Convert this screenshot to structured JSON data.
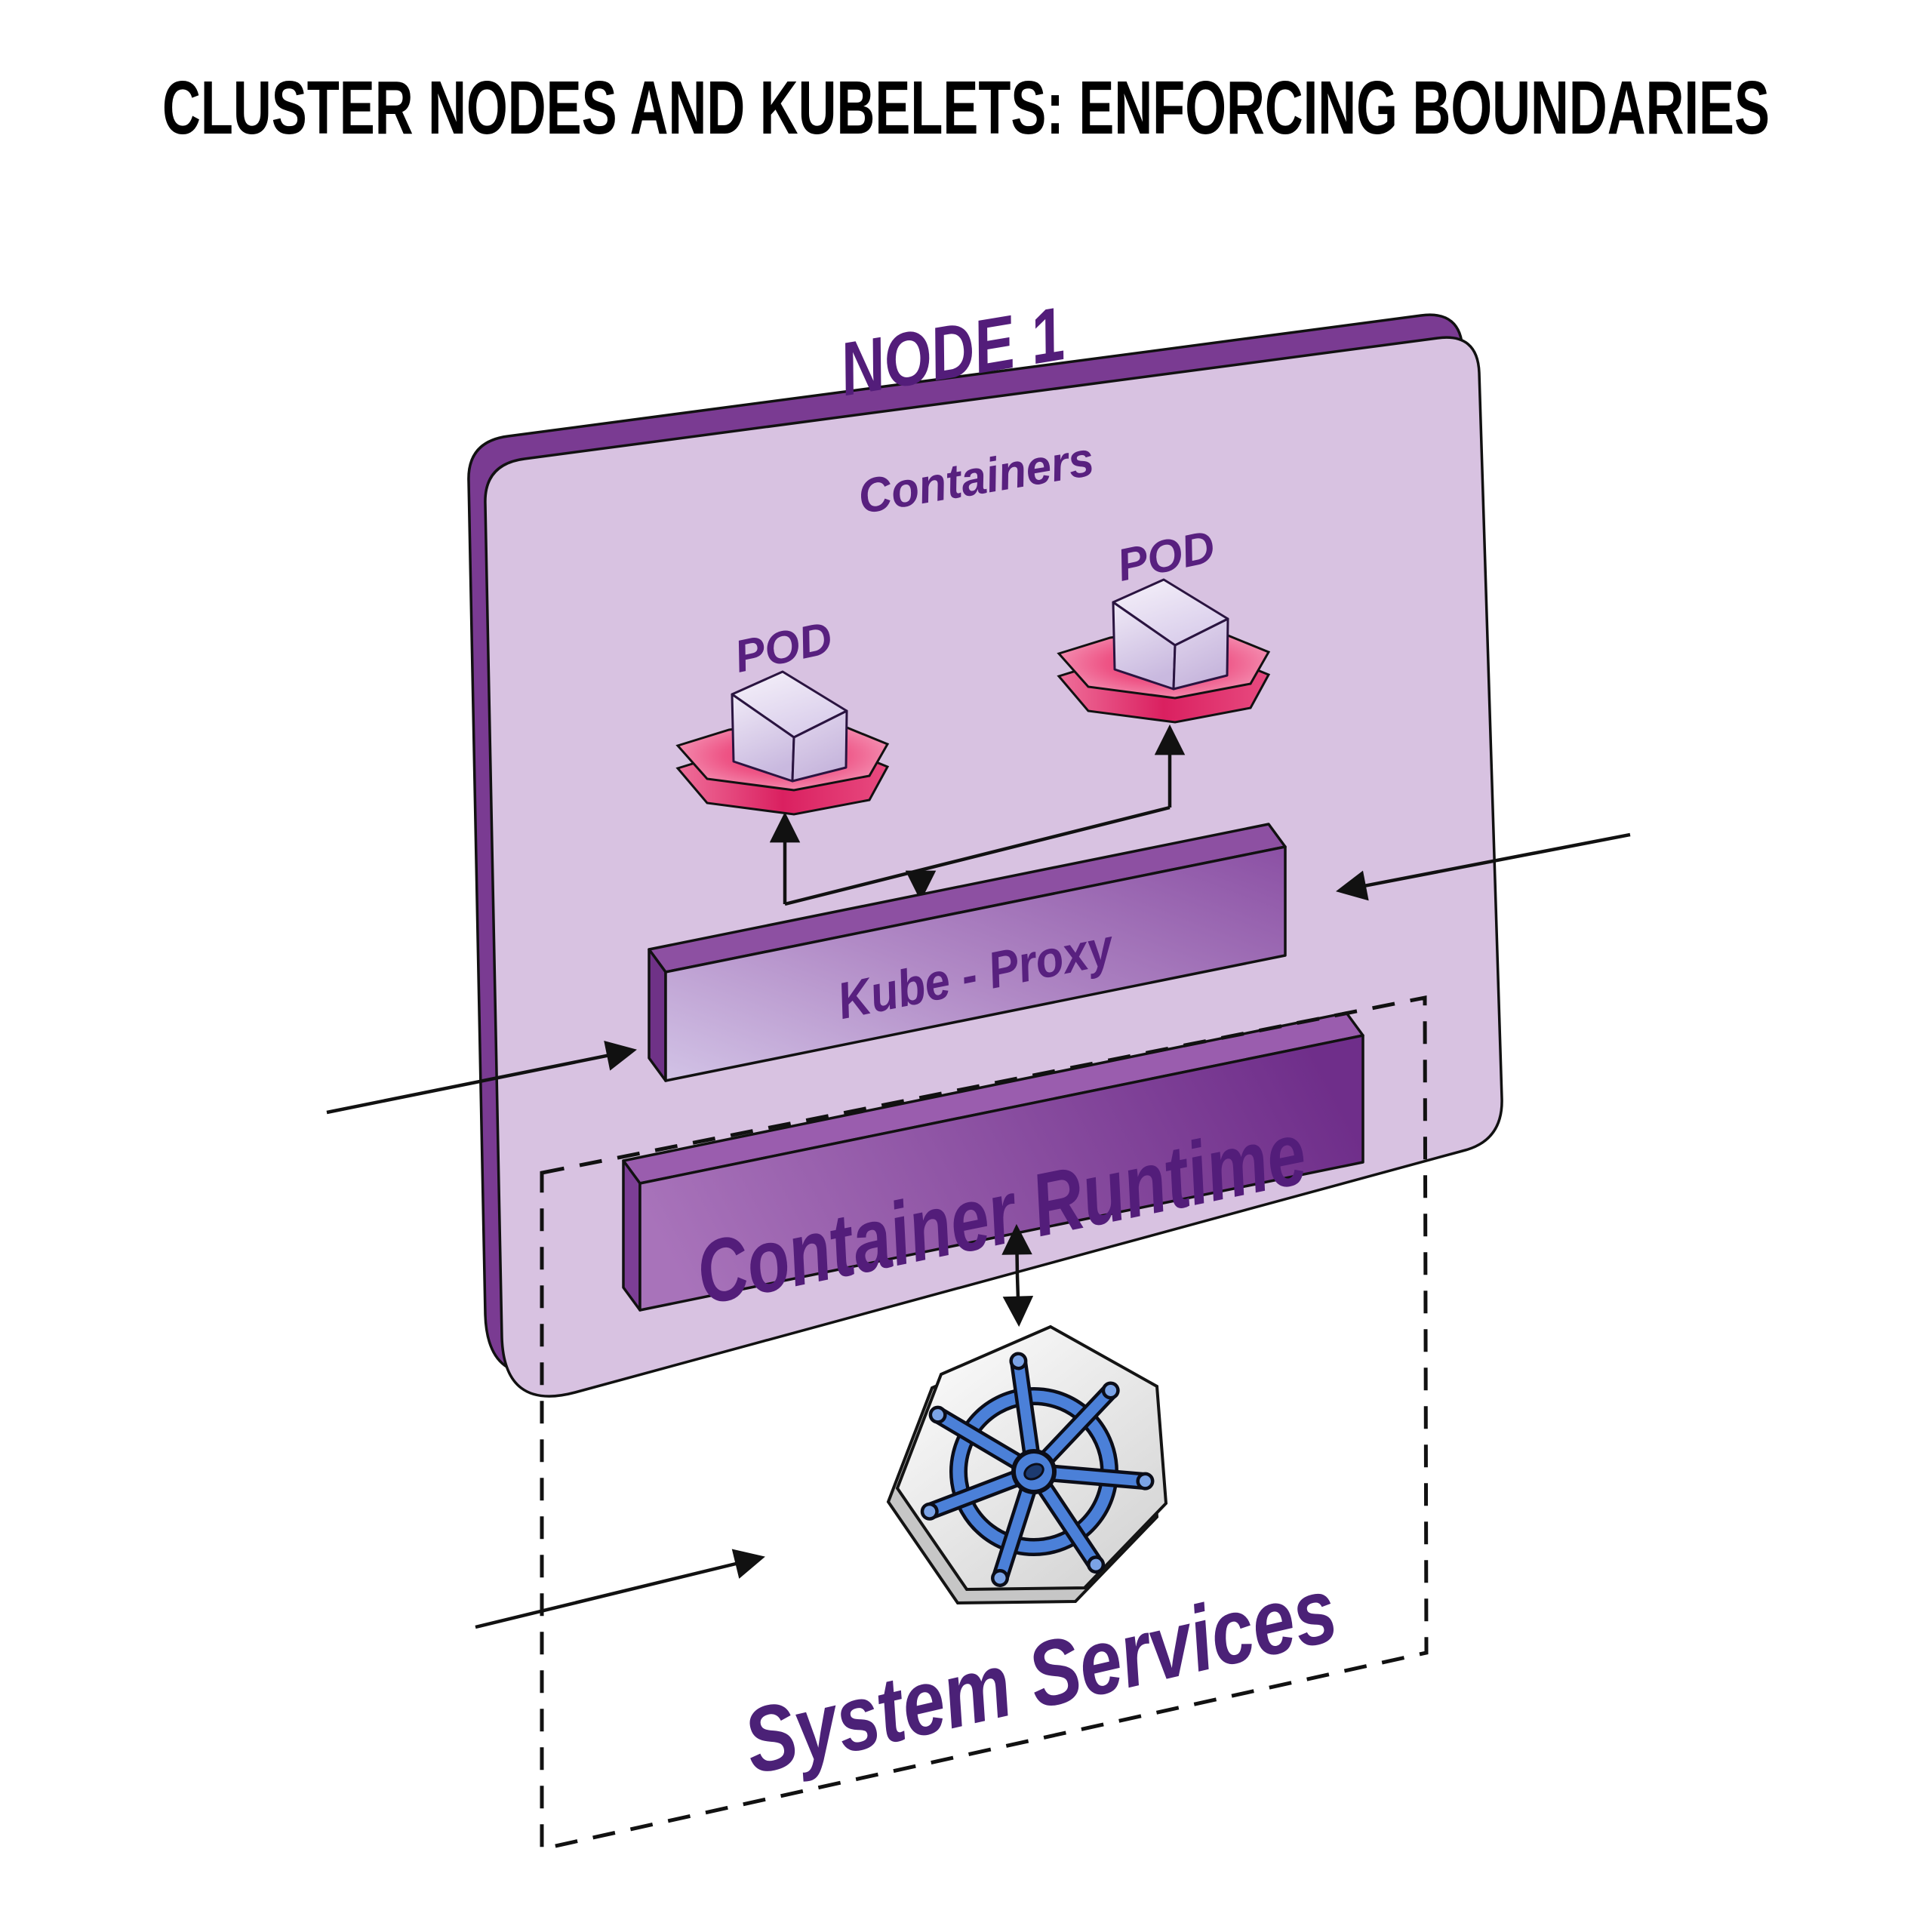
{
  "title": "CLUSTER  NODES AND KUBELETS: ENFORCING BOUNDARIES",
  "diagram": {
    "node": {
      "label": "NODE 1",
      "containers_label": "Containers",
      "pods": [
        {
          "label": "POD"
        },
        {
          "label": "POD"
        }
      ],
      "kube_proxy_label": "Kube - Proxy",
      "container_runtime_label": "Container Runtime"
    },
    "system_services": {
      "label": "System Services",
      "icon": "kubernetes-wheel-icon"
    },
    "icons": {
      "pod_cube": "container-cube-icon",
      "pod_platform": "pod-platform-icon",
      "wheel": "kubernetes-wheel-icon"
    },
    "colors": {
      "node_fill": "#d8c2e1",
      "node_edge": "#7a3b92",
      "deep_purple_text": "#58207f",
      "node_label_text": "#531d7a",
      "system_services_text": "#4b2177",
      "kube_proxy_face_light": "#cdbce2",
      "kube_proxy_face_dark": "#8b50a4",
      "runtime_face_light": "#a873ba",
      "runtime_face_dark": "#6f2e8a",
      "pod_platform_pink": "#ee3a70",
      "pod_platform_rim": "#da2060",
      "wheel_blue": "#4b80d8",
      "outline_black": "#111111"
    }
  }
}
